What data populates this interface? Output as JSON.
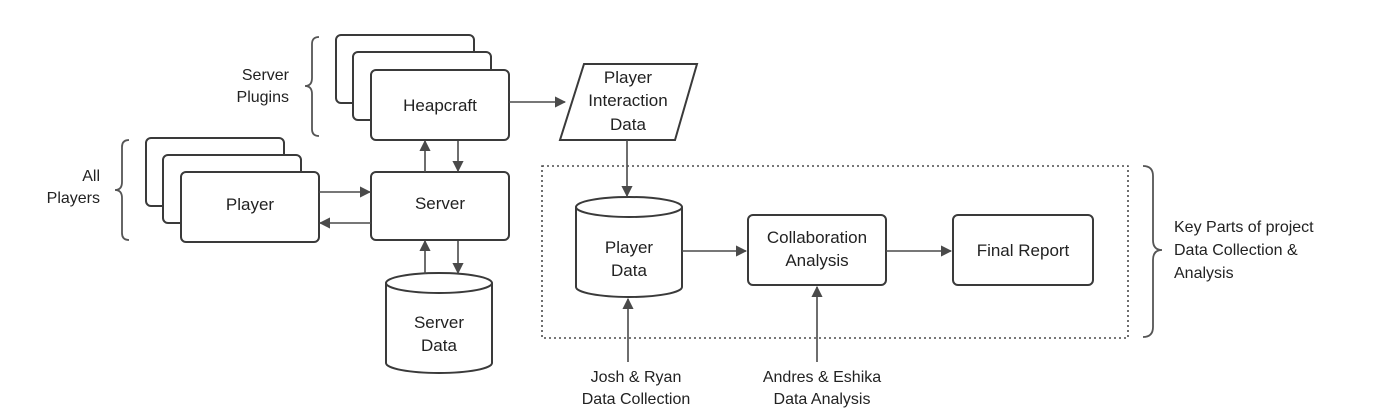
{
  "nodes": {
    "heapcraft": "Heapcraft",
    "player": "Player",
    "server": "Server",
    "server_data": [
      "Server",
      "Data"
    ],
    "player_interaction_data": [
      "Player",
      "Interaction",
      "Data"
    ],
    "player_data": [
      "Player",
      "Data"
    ],
    "collaboration_analysis": [
      "Collaboration",
      "Analysis"
    ],
    "final_report": "Final Report"
  },
  "group_labels": {
    "server_plugins": [
      "Server",
      "Plugins"
    ],
    "all_players": [
      "All",
      "Players"
    ],
    "key_parts": [
      "Key Parts of project",
      "Data Collection &",
      "Analysis"
    ]
  },
  "annotations": {
    "josh_ryan": [
      "Josh & Ryan",
      "Data Collection"
    ],
    "andres_eshika": [
      "Andres & Eshika",
      "Data Analysis"
    ]
  },
  "colors": {
    "stroke": "#3a3a3a",
    "text": "#222222",
    "background": "#ffffff"
  }
}
